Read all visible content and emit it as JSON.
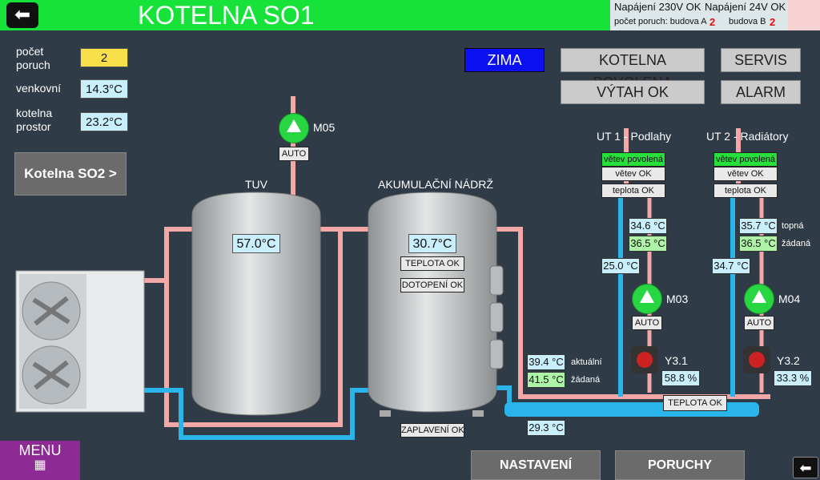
{
  "header": {
    "title": "KOTELNA SO1",
    "back_icon": "back-arrow-icon"
  },
  "status": {
    "power230": "Napájení 230V OK",
    "power24": "Napájení 24V OK",
    "faults_label": "počet poruch: budova A",
    "faults_a": "2",
    "faults_b_label": "budova B",
    "faults_b": "2"
  },
  "readings": {
    "faults_label_1": "počet",
    "faults_label_2": "poruch",
    "faults_value": "2",
    "outdoor_label": "venkovní",
    "outdoor_value": "14.3°C",
    "boiler_label_1": "kotelna",
    "boiler_label_2": "prostor",
    "boiler_value": "23.2°C"
  },
  "nav": {
    "kotelna_so2": "Kotelna SO2 >"
  },
  "mode": {
    "season": "ZIMA",
    "boiler_enabled": "KOTELNA POVOLENA",
    "service": "SERVIS",
    "elevator": "VÝTAH OK",
    "alarm": "ALARM"
  },
  "tanks": {
    "tuv_label": "TUV",
    "tuv_temp": "57.0°C",
    "acc_label": "AKUMULAČNÍ NÁDRŽ",
    "acc_temp": "30.7°C",
    "acc_status1": "TEPLOTA OK",
    "acc_status2": "DOTOPENÍ OK",
    "flood": "ZAPLAVENÍ OK"
  },
  "pump_m05": {
    "name": "M05",
    "mode": "AUTO"
  },
  "ut1": {
    "title": "UT 1 - Podlahy",
    "enabled": "větev povolená",
    "branch": "větev OK",
    "temp_ok": "teplota OK",
    "actual": "34.6 °C",
    "set": "36.5 °C",
    "return": "25.0 °C",
    "pump": "M03",
    "pump_mode": "AUTO",
    "valve": "Y3.1",
    "valve_pct": "58.8 %"
  },
  "ut2": {
    "title": "UT 2 - Radiátory",
    "enabled": "větev povolená",
    "branch": "větev OK",
    "temp_ok": "teplota OK",
    "actual": "35.7 °C",
    "actual_label": "topná",
    "set": "36.5 °C",
    "set_label": "žádaná",
    "return": "34.7 °C",
    "pump": "M04",
    "pump_mode": "AUTO",
    "valve": "Y3.2",
    "valve_pct": "33.3 %"
  },
  "main": {
    "actual": "39.4 °C",
    "actual_label": "aktuální",
    "set": "41.5 °C",
    "set_label": "žádaná",
    "temp_ok": "TEPLOTA OK",
    "return": "29.3 °C"
  },
  "footer": {
    "menu": "MENU",
    "settings": "NASTAVENÍ",
    "faults": "PORUCHY"
  },
  "colors": {
    "background": "#2f3b46",
    "header": "#16e23a",
    "pipe_hot": "#f4a7a7",
    "pipe_cold": "#29b5ea",
    "pump": "#27d641",
    "menu": "#8e2a93"
  }
}
